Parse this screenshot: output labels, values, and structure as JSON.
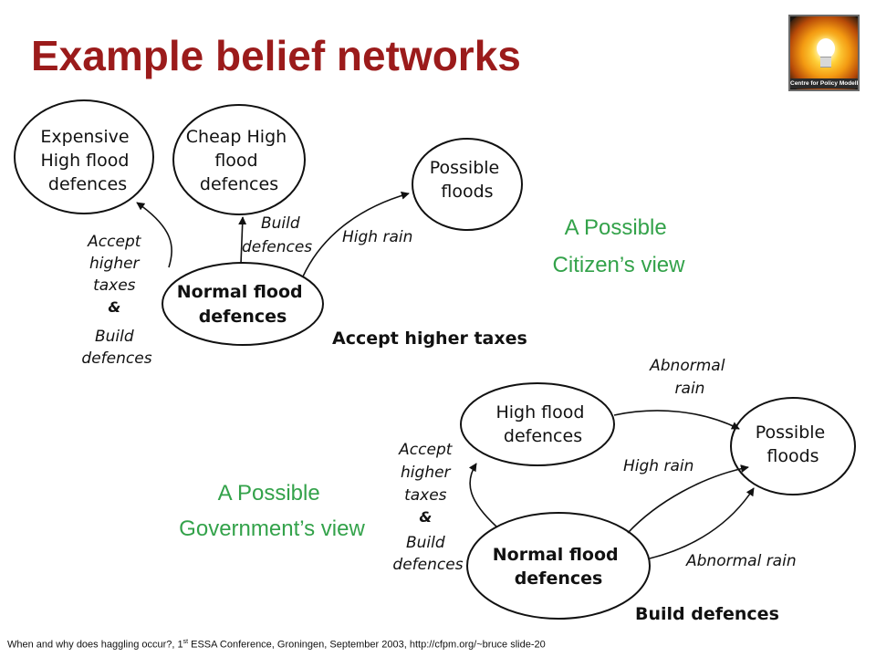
{
  "slide": {
    "title": "Example belief networks",
    "logo_text": "Centre for Policy Modelling",
    "footer": {
      "pre": "When and why does haggling occur?, 1",
      "sup": "st",
      "post": " ESSA Conference, Groningen, September 2003, http://cfpm.org/~bruce slide-20"
    }
  },
  "citizen_network": {
    "view_label": [
      "A Possible",
      "Citizen’s view"
    ],
    "nodes": {
      "expensive": [
        "Expensive",
        "High flood",
        "defences"
      ],
      "cheap": [
        "Cheap High",
        "flood",
        "defences"
      ],
      "possible_floods": [
        "Possible",
        "floods"
      ],
      "normal": [
        "Normal flood",
        "defences"
      ]
    },
    "edge_labels": {
      "to_expensive": [
        "Accept",
        "higher",
        "taxes",
        "&",
        "Build",
        "defences"
      ],
      "to_cheap": [
        "Build",
        "defences"
      ],
      "to_floods": "High rain"
    },
    "chosen_action": "Accept higher taxes"
  },
  "government_network": {
    "view_label": [
      "A Possible",
      "Government’s view"
    ],
    "nodes": {
      "high_flood": [
        "High flood",
        "defences"
      ],
      "possible_floods": [
        "Possible",
        "floods"
      ],
      "normal": [
        "Normal flood",
        "defences"
      ]
    },
    "edge_labels": {
      "high_to_floods": [
        "Abnormal",
        "rain"
      ],
      "normal_to_floods_upper": "High rain",
      "normal_to_floods_lower": "Abnormal rain",
      "normal_to_high": [
        "Accept",
        "higher",
        "taxes",
        "&",
        "Build",
        "defences"
      ]
    },
    "chosen_action": "Build defences"
  }
}
